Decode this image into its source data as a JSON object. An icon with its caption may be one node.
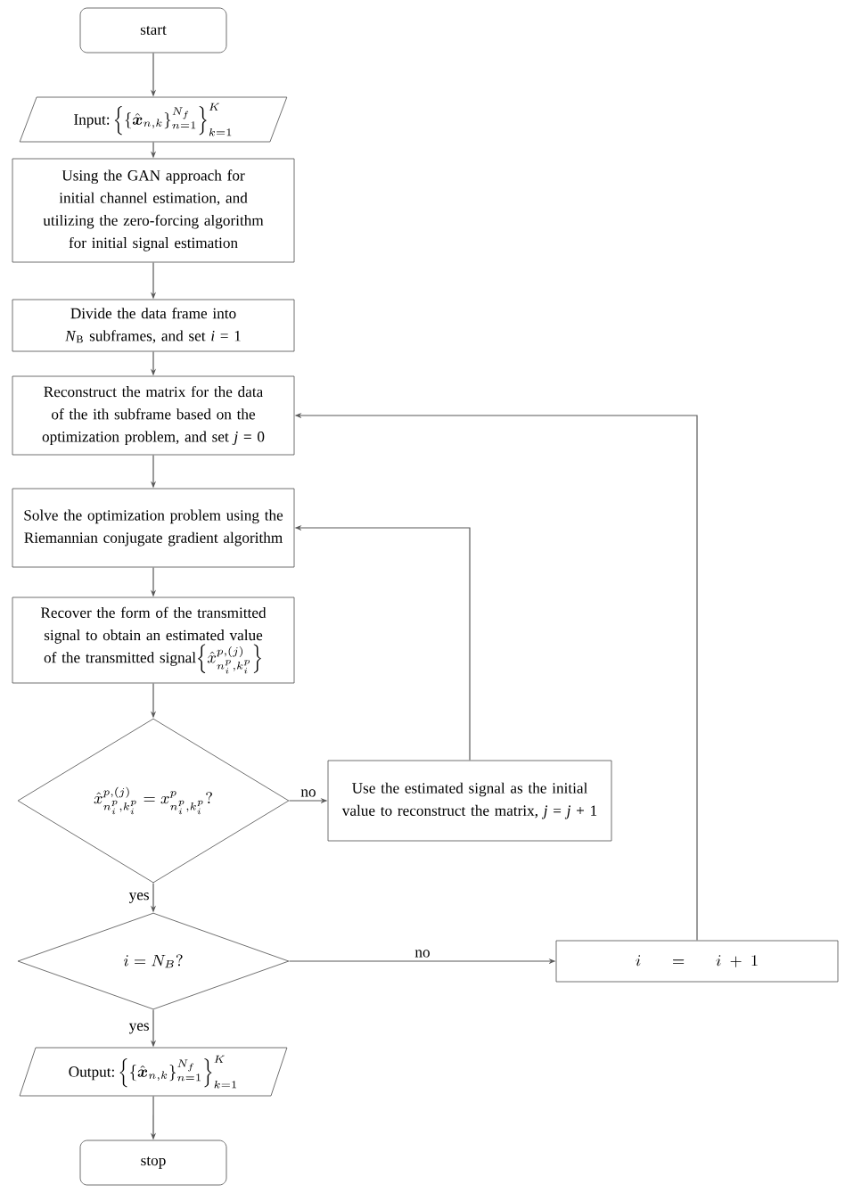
{
  "diagram": {
    "nodes": [
      {
        "text": [
          "start"
        ]
      },
      {
        "text": [
          "\\text{Input:}\\left\\{\\{\\hat{\\boldsymbol{x}}_{n,k}\\}_{n=1}^{N_f}\\right\\}_{k=1}^{K}"
        ]
      },
      {
        "text": [
          "Using the GAN approach for initial channel estimation, and utilizing the zero-forcing algorithm for initial signal estimation"
        ]
      },
      {
        "text": [
          "Divide the data frame into *N*$_{B}$ subframes, and set *i* = 1"
        ]
      },
      {
        "text": [
          "Reconstruct the matrix for the data of the ith subframe based on the optimization problem, and set *j* = 0"
        ]
      },
      {
        "text": [
          "Solve the optimization problem using the Riemannian conjugate gradient algorithm"
        ]
      },
      {
        "text": [
          "Recover the form of the transmitted signal to obtain an estimated value of the transmitted signal",
          "\\left\\{\\hat{x}^{p,(j)}_{n_i^p,k_i^p}\\right\\}"
        ]
      },
      {
        "text": [
          "\\hat{x}^{p,(j)}_{n_i^p,k_i^p} = x^{p}_{n_i^p,k_i^p}?"
        ]
      },
      {
        "text": [
          "Use the estimated signal as the initial value to reconstruct the matrix, *j* = *j* + 1"
        ]
      },
      {
        "text": [
          "i = N_B?"
        ]
      },
      {
        "text": [
          "i \\quad = \\quad i+1"
        ]
      },
      {
        "text": [
          "\\text{Output:}\\left\\{\\{\\hat{\\boldsymbol{x}}_{n,k}\\}_{n=1}^{N_f}\\right\\}_{k=1}^{K}"
        ]
      },
      {
        "text": [
          "stop"
        ]
      }
    ],
    "edges": [
      {
        "from": 0,
        "to": 1,
        "arrow": "to"
      },
      {
        "from": 1,
        "to": 2,
        "arrow": "to"
      },
      {
        "from": 2,
        "to": 3,
        "arrow": "to"
      },
      {
        "from": 3,
        "to": 4,
        "arrow": "to"
      },
      {
        "from": 4,
        "to": 5,
        "arrow": "to"
      },
      {
        "from": 5,
        "to": 6,
        "arrow": "to"
      },
      {
        "from": 6,
        "to": 7,
        "arrow": "to"
      },
      {
        "from": 7,
        "to": 8,
        "arrow": "to",
        "label": "no"
      },
      {
        "from": 8,
        "to": 5,
        "arrow": "to"
      },
      {
        "from": 7,
        "to": 9,
        "arrow": "to",
        "label": "yes"
      },
      {
        "from": 9,
        "to": 10,
        "arrow": "to",
        "label": "no"
      },
      {
        "from": 10,
        "to": 4,
        "arrow": "to"
      },
      {
        "from": 9,
        "to": 11,
        "arrow": "to",
        "label": "yes"
      },
      {
        "from": 11,
        "to": 12,
        "arrow": "to"
      }
    ]
  }
}
